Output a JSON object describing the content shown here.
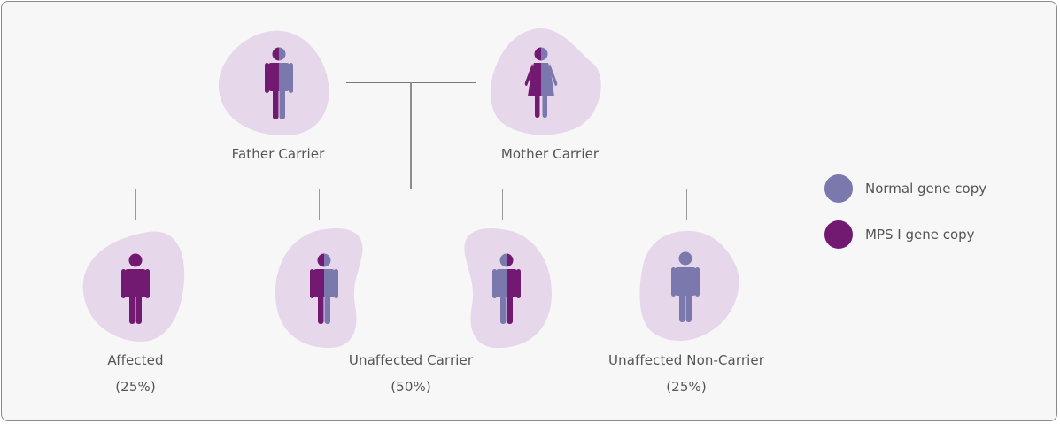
{
  "colors": {
    "normal": "#7a78ad",
    "mps": "#721a71",
    "blob": "#e6d8ea",
    "line": "#7a7a7a",
    "text": "#555555",
    "background": "#f7f7f7"
  },
  "parents": {
    "father": {
      "label": "Father Carrier",
      "icon": "male-figure-icon",
      "left_half": "mps",
      "right_half": "normal"
    },
    "mother": {
      "label": "Mother Carrier",
      "icon": "female-figure-icon",
      "left_half": "mps",
      "right_half": "normal"
    }
  },
  "children": [
    {
      "id": "affected",
      "icon": "male-figure-icon",
      "left_half": "mps",
      "right_half": "mps"
    },
    {
      "id": "carrier-1",
      "icon": "male-figure-icon",
      "left_half": "mps",
      "right_half": "normal"
    },
    {
      "id": "carrier-2",
      "icon": "male-figure-icon",
      "left_half": "normal",
      "right_half": "mps"
    },
    {
      "id": "non-carrier",
      "icon": "male-figure-icon",
      "left_half": "normal",
      "right_half": "normal"
    }
  ],
  "outcomes": [
    {
      "label": "Affected",
      "percent": "(25%)"
    },
    {
      "label": "Unaffected Carrier",
      "percent": "(50%)"
    },
    {
      "label": "Unaffected Non-Carrier",
      "percent": "(25%)"
    }
  ],
  "legend": [
    {
      "label": "Normal gene copy",
      "color": "#7a78ad"
    },
    {
      "label": "MPS I gene copy",
      "color": "#721a71"
    }
  ]
}
